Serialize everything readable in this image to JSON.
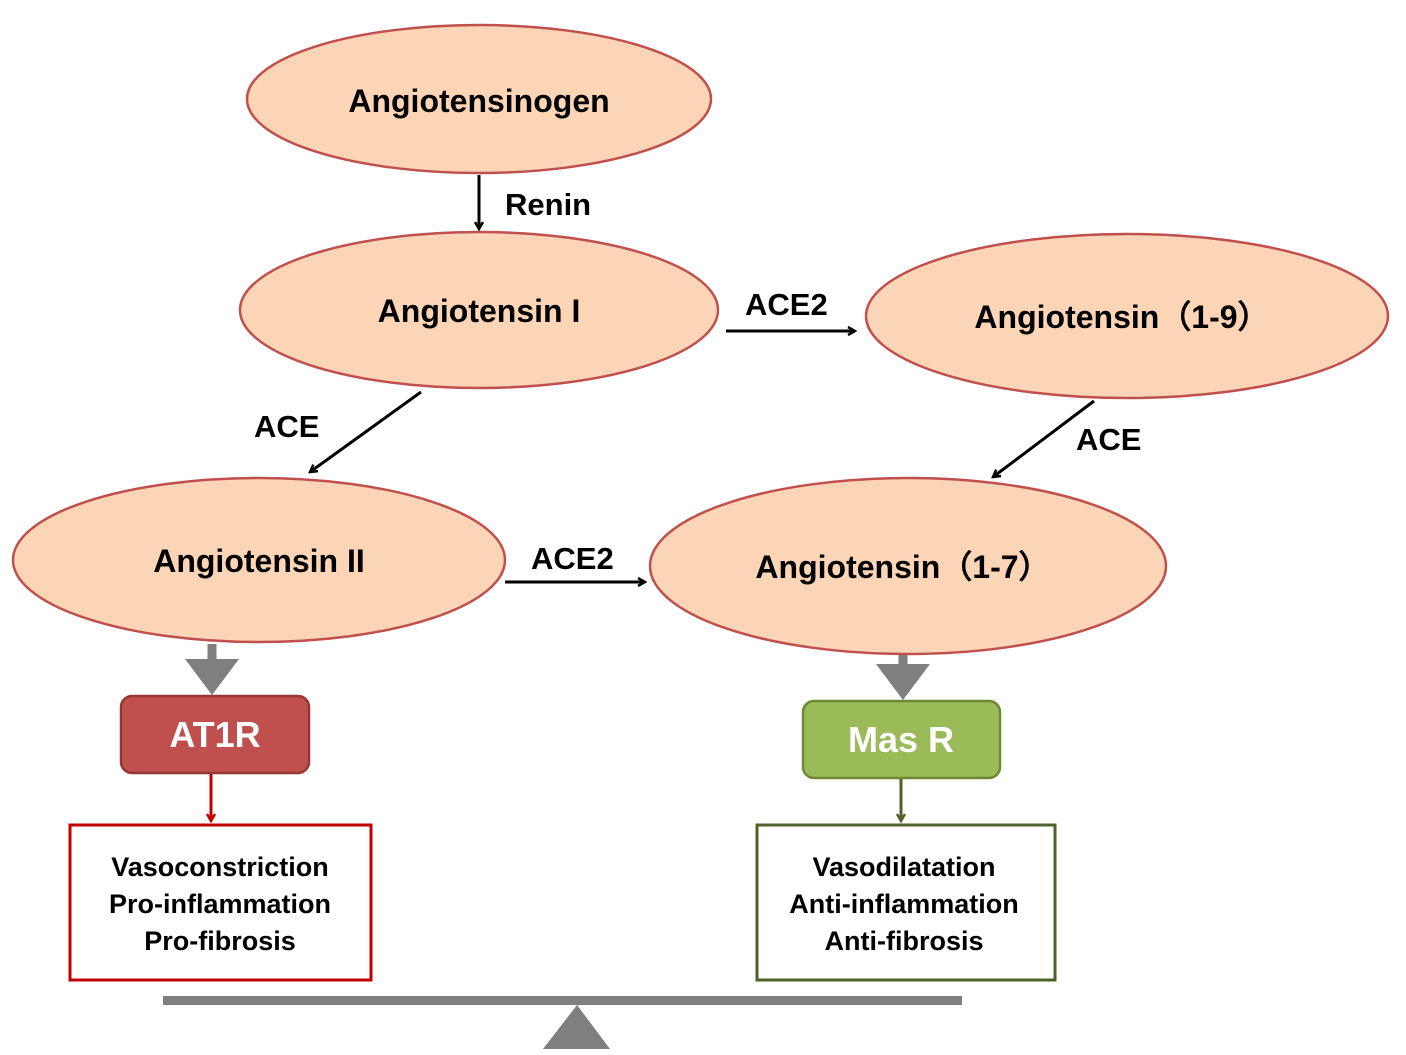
{
  "nodes": {
    "angiotensinogen": "Angiotensinogen",
    "angiotensin_i": "Angiotensin I",
    "angiotensin_1_9": "Angiotensin（1-9）",
    "angiotensin_ii": "Angiotensin II",
    "angiotensin_1_7": "Angiotensin（1-7）"
  },
  "edges": {
    "renin": "Renin",
    "ace2_top": "ACE2",
    "ace_left": "ACE",
    "ace_right": "ACE",
    "ace2_bottom": "ACE2"
  },
  "receptors": {
    "at1r": "AT1R",
    "mas_r": "Mas R"
  },
  "effects": {
    "harmful": [
      "Vasoconstriction",
      "Pro-inflammation",
      "Pro-fibrosis"
    ],
    "protective": [
      "Vasodilatation",
      "Anti-inflammation",
      "Anti-fibrosis"
    ]
  },
  "colors": {
    "node_fill": "#fbd5b5",
    "node_stroke": "#c0504d",
    "at1r": "#c0504d",
    "mas_r": "#9bbb59",
    "harmful_outline": "#c00000",
    "protective_outline": "#4f6228",
    "balance": "#7f7f7f"
  }
}
